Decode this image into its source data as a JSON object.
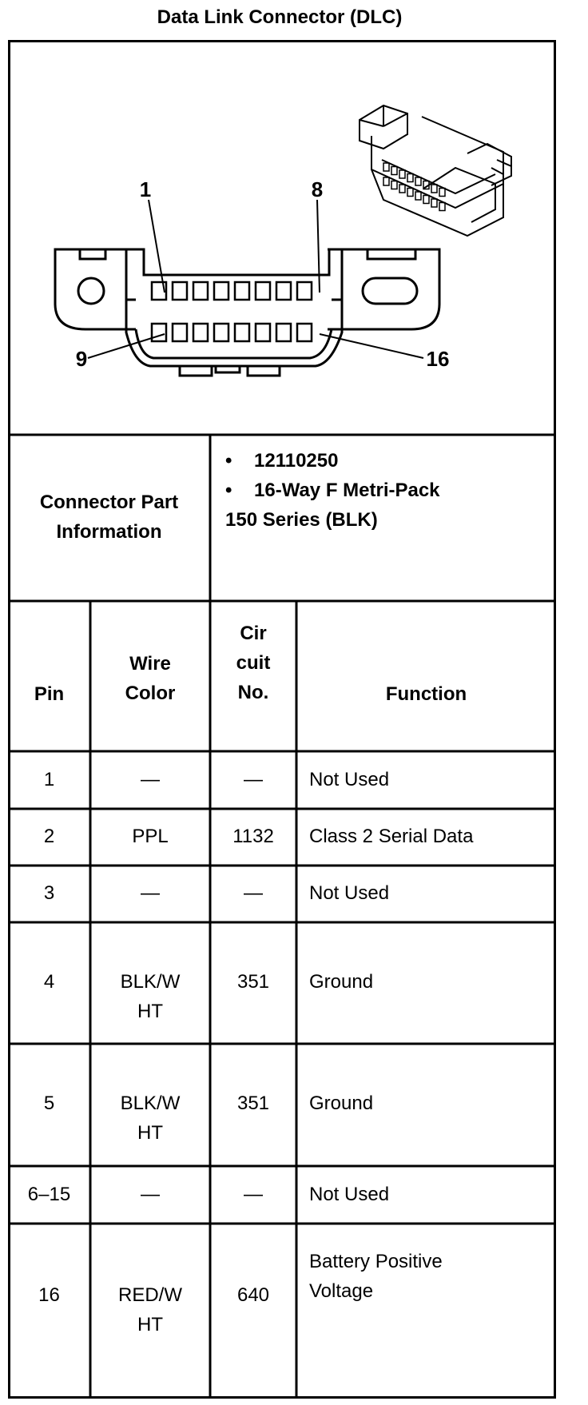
{
  "title": "Data Link Connector (DLC)",
  "diagram": {
    "pin_labels": {
      "top_left": "1",
      "top_right": "8",
      "bottom_left": "9",
      "bottom_right": "16"
    }
  },
  "connector_info": {
    "label_line1": "Connector Part",
    "label_line2": "Information",
    "bullets": [
      "12110250",
      "16-Way F Metri-Pack"
    ],
    "continuation": "150 Series (BLK)"
  },
  "table": {
    "headers": {
      "pin": "Pin",
      "wire_color": [
        "Wire",
        "Color"
      ],
      "circuit_no": [
        "Cir",
        "cuit",
        "No."
      ],
      "function": "Function"
    },
    "rows": [
      {
        "pin": "1",
        "wire": [
          "—"
        ],
        "circuit": "—",
        "function": [
          "Not Used"
        ]
      },
      {
        "pin": "2",
        "wire": [
          "PPL"
        ],
        "circuit": "1132",
        "function": [
          "Class 2 Serial Data"
        ]
      },
      {
        "pin": "3",
        "wire": [
          "—"
        ],
        "circuit": "—",
        "function": [
          "Not Used"
        ]
      },
      {
        "pin": "4",
        "wire": [
          "BLK/W",
          "HT"
        ],
        "circuit": "351",
        "function": [
          "Ground"
        ]
      },
      {
        "pin": "5",
        "wire": [
          "BLK/W",
          "HT"
        ],
        "circuit": "351",
        "function": [
          "Ground"
        ]
      },
      {
        "pin": "6–15",
        "wire": [
          "—"
        ],
        "circuit": "—",
        "function": [
          "Not Used"
        ]
      },
      {
        "pin": "16",
        "wire": [
          "RED/W",
          "HT"
        ],
        "circuit": "640",
        "function": [
          "Battery Positive",
          "Voltage"
        ]
      }
    ]
  }
}
